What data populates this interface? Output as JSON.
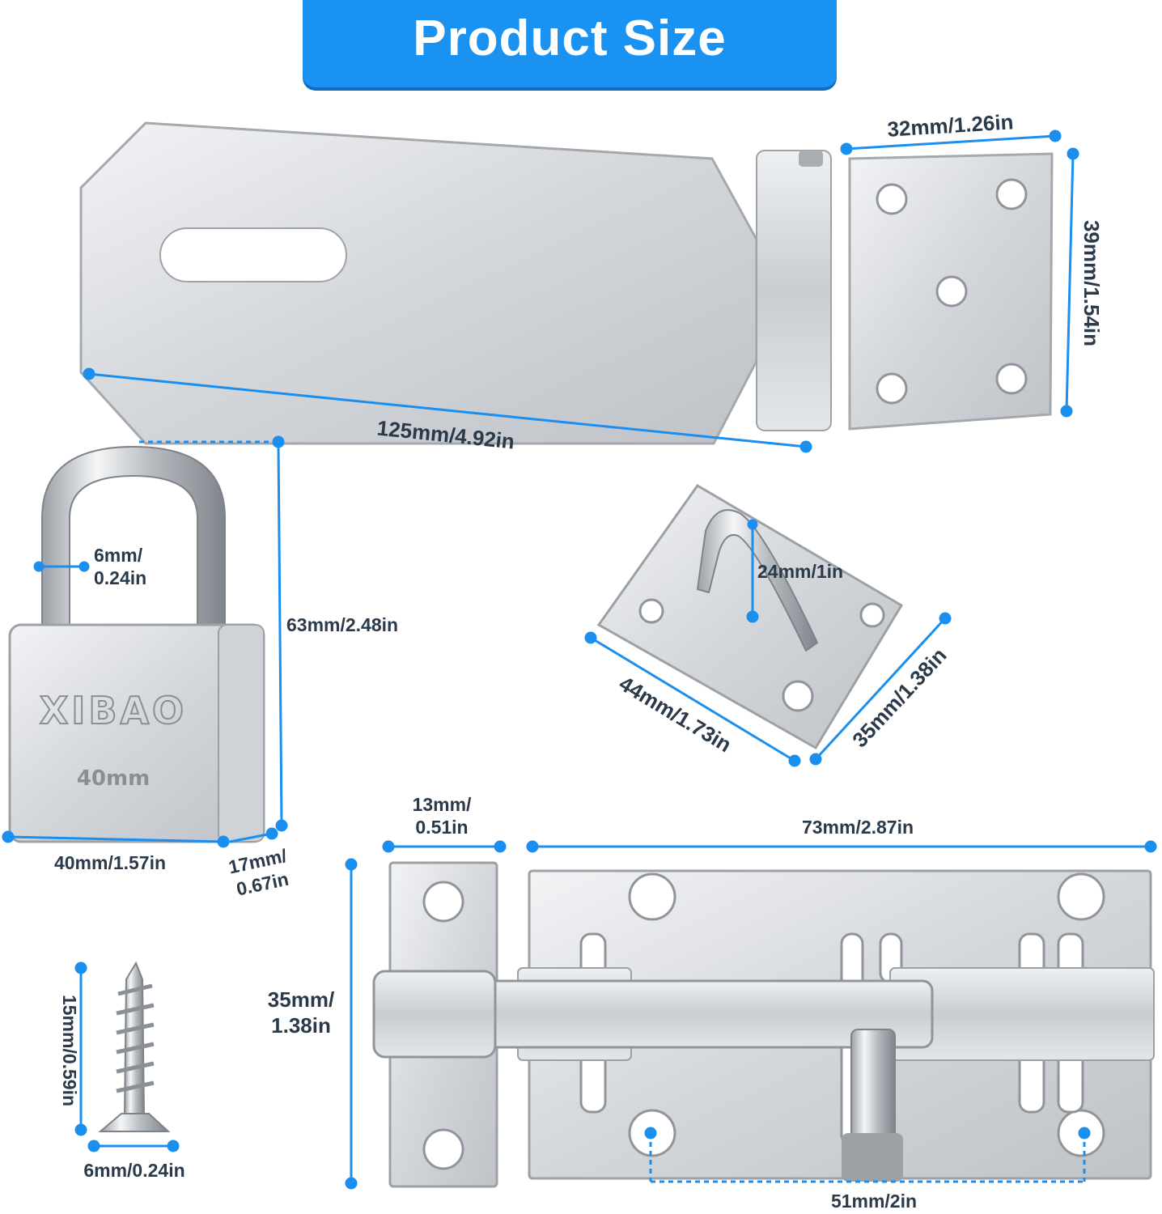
{
  "banner": {
    "title": "Product Size"
  },
  "colors": {
    "banner": "#1992f2",
    "dimension_line": "#1a8ff0",
    "metal": "#d5d8dc",
    "text": "#2a3a4a"
  },
  "hasp": {
    "length_label": "125mm/4.92in",
    "plate_width_label": "32mm/1.26in",
    "plate_height_label": "39mm/1.54in"
  },
  "padlock": {
    "brand": "XIBAO",
    "size_mark": "40mm",
    "shackle_label_line1": "6mm/",
    "shackle_label_line2": "0.24in",
    "height_label": "63mm/2.48in",
    "width_label": "40mm/1.57in",
    "depth_label_line1": "17mm/",
    "depth_label_line2": "0.67in"
  },
  "staple": {
    "loop_label": "24mm/1in",
    "width_label": "44mm/1.73in",
    "depth_label": "35mm/1.38in"
  },
  "screw": {
    "length_label": "15mm/0.59in",
    "head_label": "6mm/0.24in"
  },
  "barrel_bolt": {
    "keeper_width_line1": "13mm/",
    "keeper_width_line2": "0.51in",
    "length_label": "73mm/2.87in",
    "height_line1": "35mm/",
    "height_line2": "1.38in",
    "hole_spacing_label": "51mm/2in"
  }
}
